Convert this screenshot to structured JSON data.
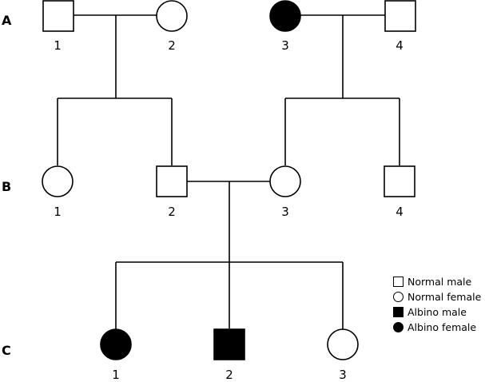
{
  "generations": [
    {
      "label": "A",
      "members": [
        {
          "number": "1",
          "sex": "male",
          "affected": false
        },
        {
          "number": "2",
          "sex": "female",
          "affected": false
        },
        {
          "number": "3",
          "sex": "female",
          "affected": true
        },
        {
          "number": "4",
          "sex": "male",
          "affected": false
        }
      ]
    },
    {
      "label": "B",
      "members": [
        {
          "number": "1",
          "sex": "female",
          "affected": false
        },
        {
          "number": "2",
          "sex": "male",
          "affected": false
        },
        {
          "number": "3",
          "sex": "female",
          "affected": false
        },
        {
          "number": "4",
          "sex": "male",
          "affected": false
        }
      ]
    },
    {
      "label": "C",
      "members": [
        {
          "number": "1",
          "sex": "female",
          "affected": true
        },
        {
          "number": "2",
          "sex": "male",
          "affected": true
        },
        {
          "number": "3",
          "sex": "female",
          "affected": false
        }
      ]
    }
  ],
  "legend": [
    {
      "label": "Normal male",
      "sex": "male",
      "affected": false
    },
    {
      "label": "Normal female",
      "sex": "female",
      "affected": false
    },
    {
      "label": "Albino male",
      "sex": "male",
      "affected": true
    },
    {
      "label": "Albino female",
      "sex": "female",
      "affected": true
    }
  ],
  "colors": {
    "affected_fill": "#000000",
    "unaffected_fill": "#ffffff",
    "stroke": "#000000"
  }
}
